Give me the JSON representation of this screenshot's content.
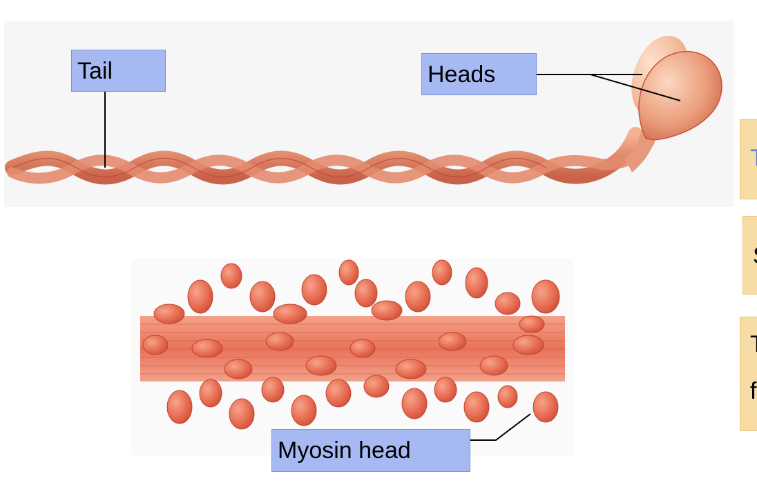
{
  "labels": {
    "tail": "Tail",
    "heads": "Heads",
    "myosin_head": "Myosin head"
  },
  "colors": {
    "label_fill": "#a7b9f2",
    "side_box_fill": "#f7dca6",
    "myosin_fill": "#e8866c",
    "myosin_dark": "#c9503a",
    "head_light": "#f4b493"
  },
  "side_boxes": {
    "box1_glyph": "T",
    "box2_glyph": "S",
    "box3_glyph_top": "T",
    "box3_glyph_bottom": "f"
  }
}
